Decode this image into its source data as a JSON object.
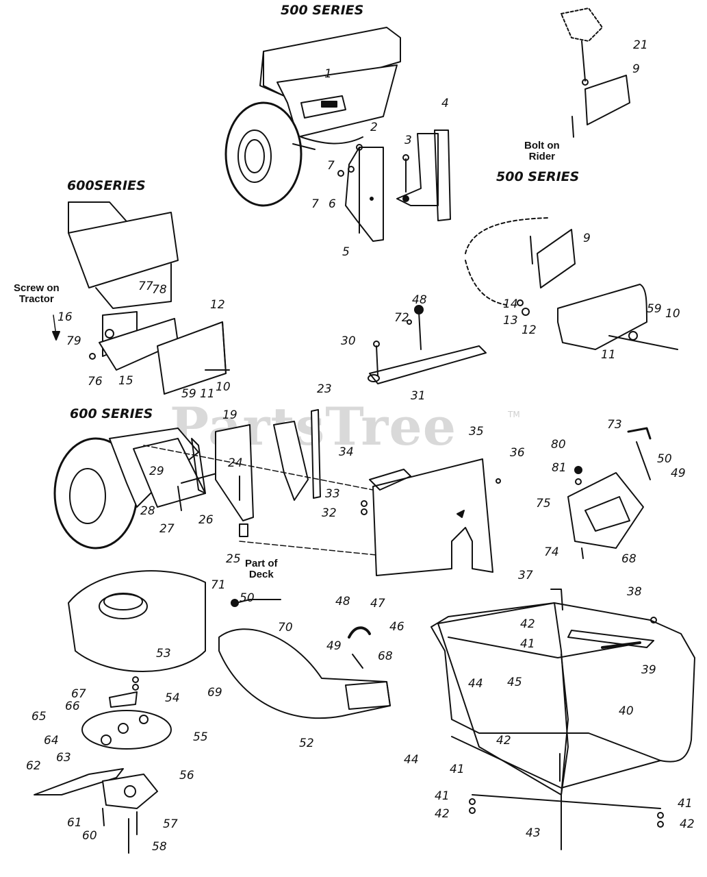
{
  "watermark": {
    "brand": "PartsTree",
    "trademark": "TM"
  },
  "series_labels": {
    "top_500": "500 SERIES",
    "right_500": "500 SERIES",
    "left_600": "600SERIES",
    "mid_600": "600 SERIES"
  },
  "notes": {
    "bolt_on_rider": [
      "Bolt on",
      "Rider"
    ],
    "screw_on_tractor": [
      "Screw on",
      "Tractor"
    ],
    "part_of_deck": [
      "Part of",
      "Deck"
    ]
  },
  "callouts": [
    "1",
    "2",
    "3",
    "4",
    "5",
    "6",
    "7",
    "7",
    "9",
    "21",
    "9",
    "14",
    "13",
    "12",
    "59",
    "10",
    "11",
    "12",
    "16",
    "79",
    "76",
    "15",
    "59",
    "11",
    "10",
    "77",
    "78",
    "30",
    "72",
    "48",
    "31",
    "19",
    "23",
    "24",
    "29",
    "28",
    "27",
    "26",
    "25",
    "33",
    "32",
    "34",
    "35",
    "36",
    "73",
    "80",
    "81",
    "50",
    "49",
    "75",
    "74",
    "68",
    "71",
    "50",
    "70",
    "48",
    "49",
    "68",
    "47",
    "46",
    "53",
    "54",
    "67",
    "66",
    "65",
    "64",
    "55",
    "63",
    "62",
    "56",
    "61",
    "60",
    "57",
    "58",
    "69",
    "52",
    "37",
    "38",
    "42",
    "41",
    "39",
    "45",
    "44",
    "40",
    "44",
    "41",
    "42",
    "41",
    "42",
    "43",
    "41",
    "42"
  ]
}
